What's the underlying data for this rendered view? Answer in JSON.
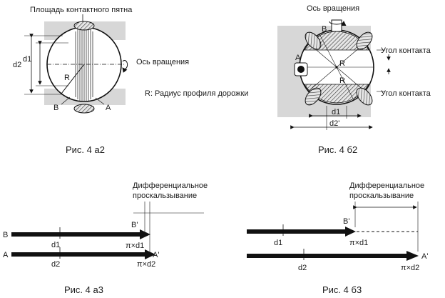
{
  "fig_a2": {
    "top_label": "Площадь контактного пятна",
    "d2": "d2",
    "d1": "d1",
    "r": "R",
    "b": "B",
    "a": "A",
    "axis": "Ось вращения",
    "note": "R: Радиус профиля дорожки",
    "caption": "Рис. 4 а2"
  },
  "fig_b2": {
    "axis": "Ось вращения",
    "b": "B",
    "a": "A",
    "r1": "R",
    "r2": "R",
    "angle1": "Угол контакта",
    "angle2": "Угол контакта",
    "d1": "d1",
    "d2": "d2'",
    "caption": "Рис. 4 б2"
  },
  "fig_a3": {
    "title1": "Дифференциальное",
    "title2": "проскальзывание",
    "b": "B",
    "a": "A",
    "d1": "d1",
    "d2": "d2",
    "b_prime": "B'",
    "a_prime": "A'",
    "pd1": "π×d1",
    "pd2": "π×d2",
    "caption": "Рис. 4 а3"
  },
  "fig_b3": {
    "title1": "Дифференциальное",
    "title2": "проскальзывание",
    "b_prime": "B'",
    "a_prime": "A'",
    "d1": "d1",
    "d2": "d2",
    "pd1": "π×d1",
    "pd2": "π×d2",
    "caption": "Рис. 4 б3"
  }
}
